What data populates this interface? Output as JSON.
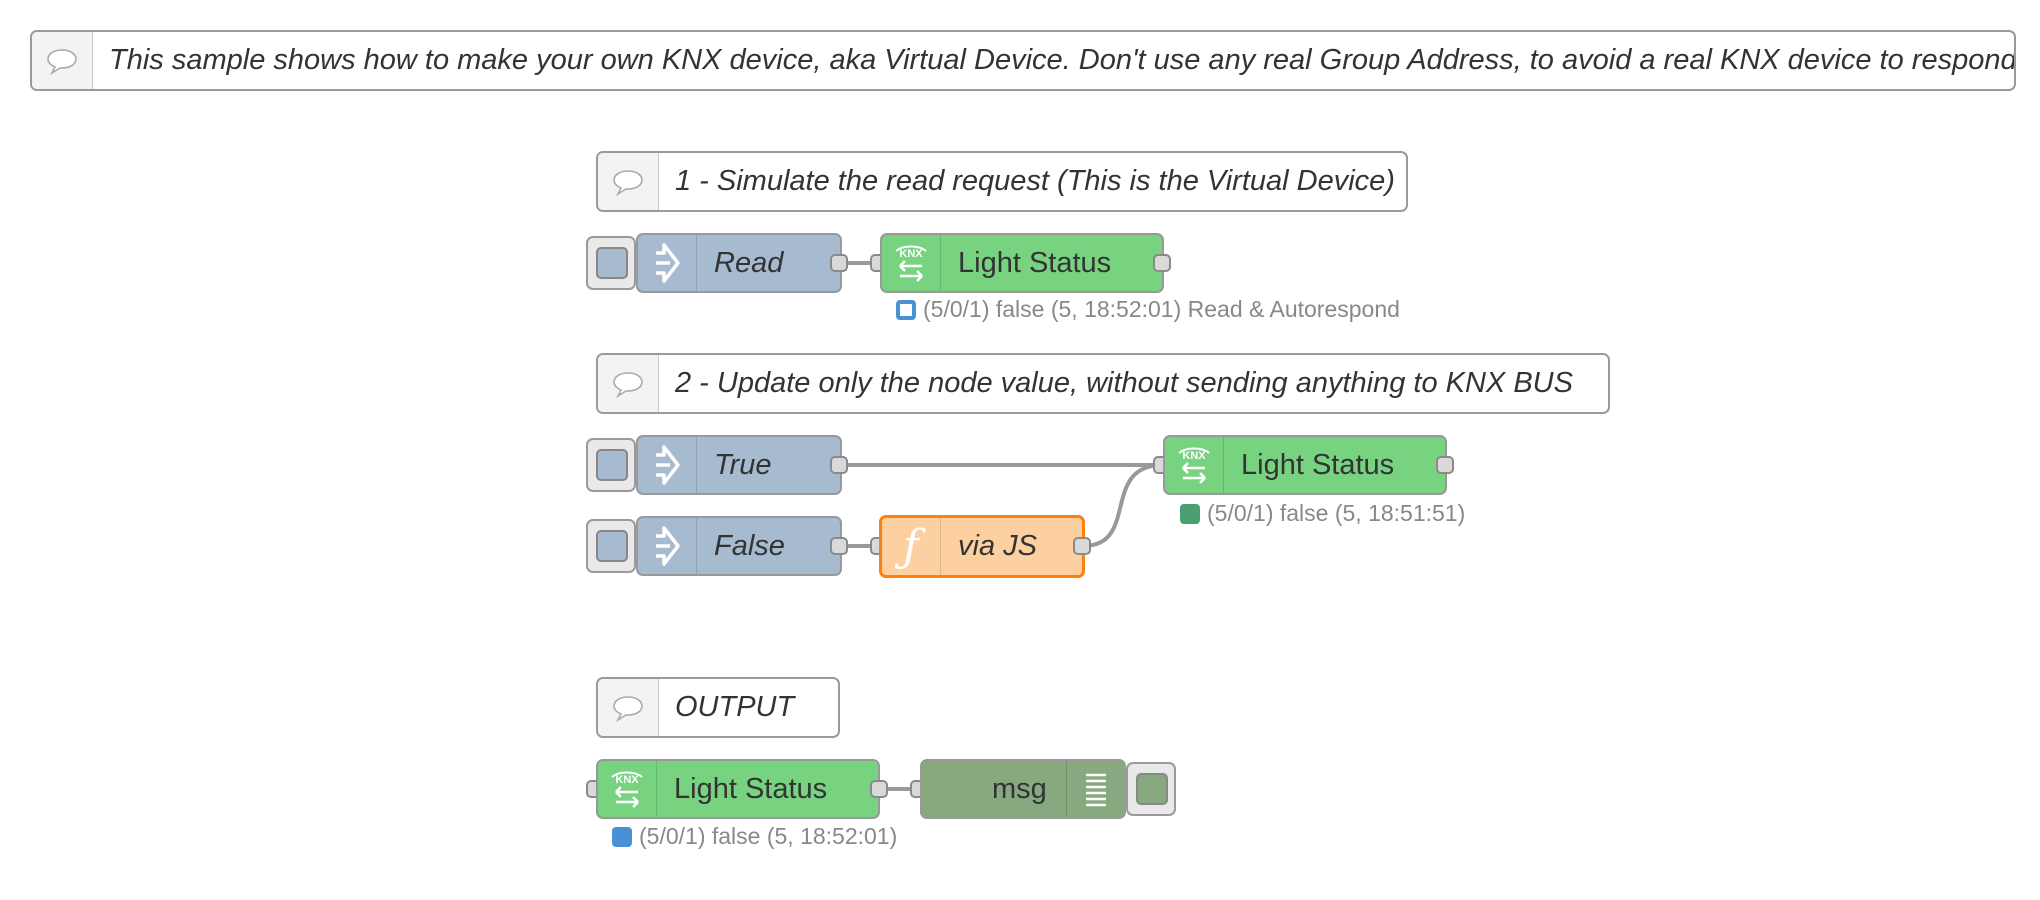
{
  "colors": {
    "inject": "#a6bbcf",
    "knx": "#77d37f",
    "function_fill": "#fdd0a2",
    "function_border": "#ff7f0e",
    "debug": "#87a980",
    "status_blue": "#4a90d9",
    "status_green": "#4a9f73",
    "wire": "#999999"
  },
  "comments": {
    "intro": "This sample shows how to make your own KNX device, aka Virtual Device. Don't use any real Group Address, to avoid a real KNX device to respond.",
    "section1": "1 - Simulate the read request (This is the Virtual Device)",
    "section2": "2 - Update only the node value, without sending anything to KNX BUS",
    "output": "OUTPUT"
  },
  "flow1": {
    "inject_label": "Read",
    "knx_label": "Light Status",
    "knx_icon_text": "KNX",
    "status_icon": "ring",
    "status": "(5/0/1) false (5, 18:52:01) Read & Autorespond"
  },
  "flow2": {
    "inject_true_label": "True",
    "inject_false_label": "False",
    "function_label": "via JS",
    "knx_label": "Light Status",
    "knx_icon_text": "KNX",
    "status_icon": "dot",
    "status": "(5/0/1) false (5, 18:51:51)"
  },
  "output": {
    "knx_label": "Light Status",
    "knx_icon_text": "KNX",
    "status_icon": "dot",
    "status": "(5/0/1) false (5, 18:52:01)",
    "debug_label": "msg"
  }
}
